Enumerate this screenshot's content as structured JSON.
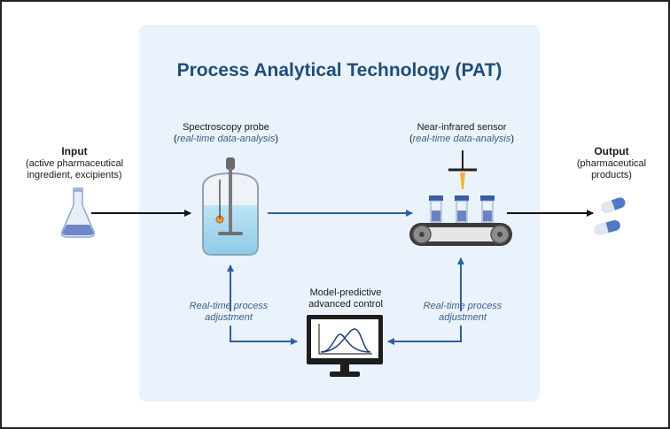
{
  "title": "Process Analytical Technology (PAT)",
  "input": {
    "heading": "Input",
    "line1": "(active pharmaceutical",
    "line2": "ingredient, excipients)"
  },
  "output": {
    "heading": "Output",
    "line1": "(pharmaceutical",
    "line2": "products)"
  },
  "probe": {
    "label": "Spectroscopy probe",
    "paren_open": "(",
    "note": "real-time data-analysis",
    "paren_close": ")"
  },
  "nir": {
    "label": "Near-infrared sensor",
    "paren_open": "(",
    "note": "real-time data-analysis",
    "paren_close": ")"
  },
  "control": {
    "line1": "Model-predictive",
    "line2": "advanced control"
  },
  "adjust_left": {
    "line1": "Real-time process",
    "line2": "adjustment"
  },
  "adjust_right": {
    "line1": "Real-time process",
    "line2": "adjustment"
  },
  "colors": {
    "panel": "#eaf2fb",
    "title": "#1f4e79",
    "arrow_blue": "#2e5f9e",
    "arrow_black": "#111111"
  }
}
